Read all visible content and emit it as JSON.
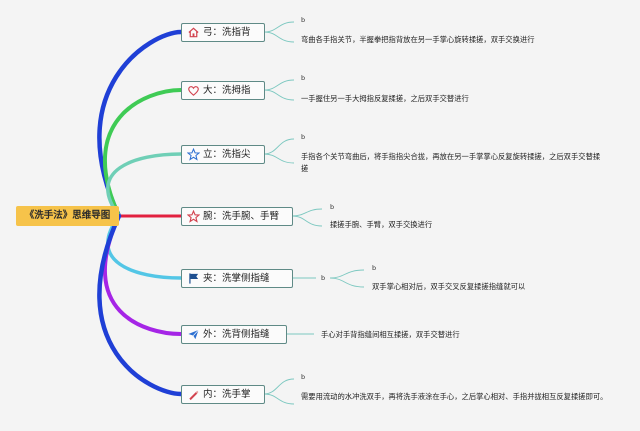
{
  "root": {
    "label": "《洗手法》思维导图"
  },
  "branches": [
    {
      "label": "弓：洗指背",
      "icon": "house-icon",
      "color": "#1f3fd6",
      "sub": "b",
      "desc": "弯曲各手指关节，半握拳把指背放在另一手掌心旋转揉搓，双手交换进行"
    },
    {
      "label": "大：洗拇指",
      "icon": "heart-icon",
      "color": "#3fcb55",
      "sub": "b",
      "desc": "一手握住另一手大拇指反复揉搓，之后双手交替进行"
    },
    {
      "label": "立：洗指尖",
      "icon": "star-icon",
      "color": "#6fcfb6",
      "sub": "b",
      "desc": "手指各个关节弯曲后，将手指指尖合拢，再放在另一手掌掌心反复旋转揉搓，之后双手交替揉搓"
    },
    {
      "label": "腕：洗手腕、手臂",
      "icon": "star-outline-icon",
      "color": "#e2203f",
      "sub": "b",
      "desc": "揉搓手腕、手臂，双手交换进行"
    },
    {
      "label": "夹：洗掌侧指缝",
      "icon": "flag-icon",
      "color": "#53c6e6",
      "sub": "b",
      "sub2": "b",
      "desc": "双手掌心相对后，双手交叉反复揉搓指缝就可以"
    },
    {
      "label": "外：洗背侧指缝",
      "icon": "send-icon",
      "color": "#a525e6",
      "desc": "手心对手背指缝间相互揉搓，双手交替进行"
    },
    {
      "label": "内：洗手掌",
      "icon": "pen-icon",
      "color": "#1f3fd6",
      "sub": "b",
      "desc": "需要用流动的水冲洗双手，再将洗手液涂在手心，之后掌心相对、手指并拢相互反复揉搓即可。"
    }
  ]
}
